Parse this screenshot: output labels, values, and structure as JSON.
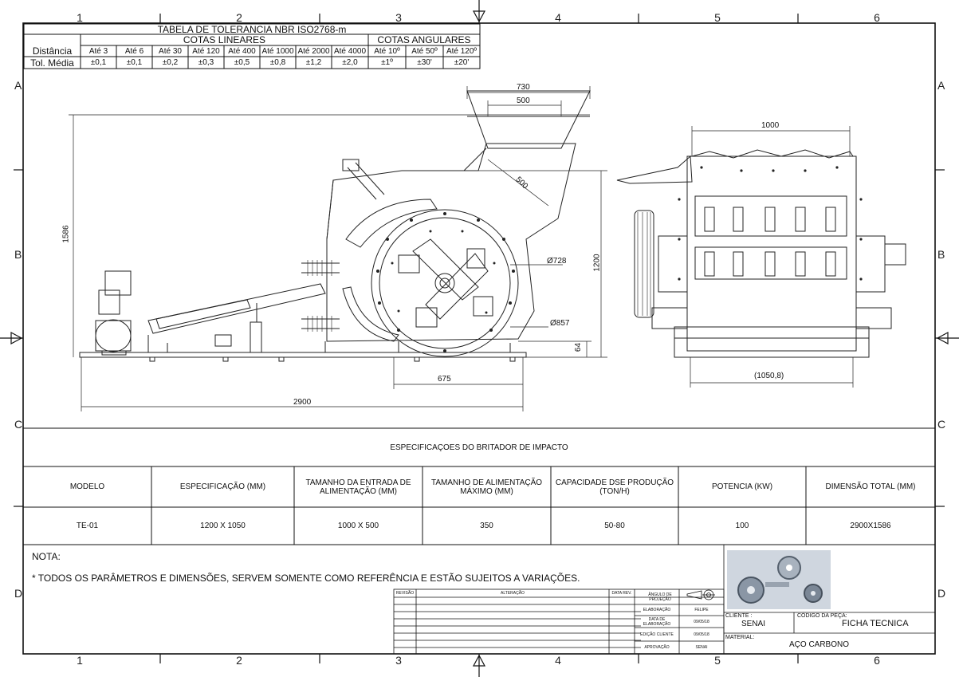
{
  "zones": {
    "numbers": [
      "1",
      "2",
      "3",
      "4",
      "5",
      "6"
    ],
    "letters": [
      "A",
      "B",
      "C",
      "D"
    ]
  },
  "tolerance": {
    "title": "TABELA DE TOLERANCIA NBR ISO2768-m",
    "linear_header": "COTAS LINEARES",
    "angular_header": "COTAS ANGULARES",
    "row1_label": "Distância",
    "row2_label": "Tol. Média",
    "distances": [
      "Até 3",
      "Até 6",
      "Até 30",
      "Até 120",
      "Até 400",
      "Até 1000",
      "Até 2000",
      "Até 4000",
      "Até 10º",
      "Até 50º",
      "Até 120º"
    ],
    "tolerances": [
      "±0,1",
      "±0,1",
      "±0,2",
      "±0,3",
      "±0,5",
      "±0,8",
      "±1,2",
      "±2,0",
      "±1º",
      "±30'",
      "±20'"
    ]
  },
  "dimensions": {
    "d730": "730",
    "d500_top": "500",
    "d500_diag": "500",
    "d1586": "1586",
    "d1200": "1200",
    "d728": "Ø728",
    "d857": "Ø857",
    "d64": "64",
    "d675": "675",
    "d2900": "2900",
    "d1000": "1000",
    "d1050": "(1050,8)"
  },
  "specs": {
    "title": "ESPECIFICAÇOES DO BRITADOR DE IMPACTO",
    "headers": [
      [
        "MODELO"
      ],
      [
        "ESPECIFICAÇÃO (MM)"
      ],
      [
        "TAMANHO DA ENTRADA DE",
        "ALIMENTAÇÃO (MM)"
      ],
      [
        "TAMANHO DE ALIMENTAÇÃO",
        "MÁXIMO (MM)"
      ],
      [
        "CAPACIDADE DSE PRODUÇÃO",
        "(TON/H)"
      ],
      [
        "POTENCIA (KW)"
      ],
      [
        "DIMENSÃO TOTAL (MM)"
      ]
    ],
    "values": [
      "TE-01",
      "1200 X 1050",
      "1000 X 500",
      "350",
      "50-80",
      "100",
      "2900X1586"
    ]
  },
  "notes": {
    "label": "NOTA:",
    "text": "* TODOS OS PARÂMETROS E DIMENSÕES, SERVEM SOMENTE COMO REFERÊNCIA E ESTÃO SUJEITOS A VARIAÇÕES."
  },
  "revision": {
    "col_revisao": "REVISÃO",
    "col_alteracao": "ALTERAÇÃO",
    "col_data_rev": "DATA REV."
  },
  "titleblock": {
    "angulo_label": "ÂNGULO DE PROJEÇÃO",
    "elaboracao_label": "ELABORAÇÃO",
    "elaboracao_value": "FELIPE",
    "data_label": "DATA DE ELABORAÇÃO",
    "data_value": "09/05/18",
    "edicao_label": "EDIÇÃO CLIENTE",
    "edicao_value": "09/05/18",
    "aprovacao_label": "APROVAÇÃO",
    "aprovacao_value": "SENAI",
    "cliente_label": "CLIENTE :",
    "cliente_value": "SENAI",
    "codigo_label": "CÓDIGO DA PEÇA:",
    "codigo_value": "FICHA TECNICA",
    "material_label": "MATERIAL:",
    "material_value": "AÇO CARBONO"
  }
}
